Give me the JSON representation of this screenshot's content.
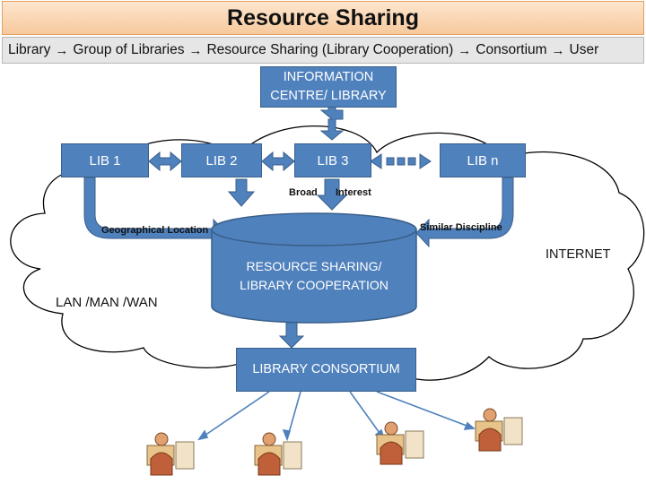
{
  "header": {
    "title": "Resource Sharing"
  },
  "flow": {
    "steps": [
      "Library",
      "Group of Libraries",
      "Resource Sharing (Library Cooperation)",
      "Consortium",
      "User"
    ],
    "arrow": "→"
  },
  "diagram": {
    "info_centre": [
      "INFORMATION",
      "CENTRE/ LIBRARY"
    ],
    "lib1": "LIB 1",
    "lib2": "LIB 2",
    "lib3": "LIB 3",
    "libn": "LIB n",
    "broad": "Broad",
    "interest": "Interest",
    "geo": "Geographical Location",
    "similar": "Similar Discipline",
    "resource_sharing": [
      "RESOURCE SHARING/",
      "LIBRARY COOPERATION"
    ],
    "consortium": "LIBRARY CONSORTIUM",
    "internet": "INTERNET",
    "network": "LAN /MAN /WAN"
  },
  "colors": {
    "box_fill": "#4f81bd",
    "box_border": "#3a5f8a",
    "title_bg": "#f7c99c"
  }
}
